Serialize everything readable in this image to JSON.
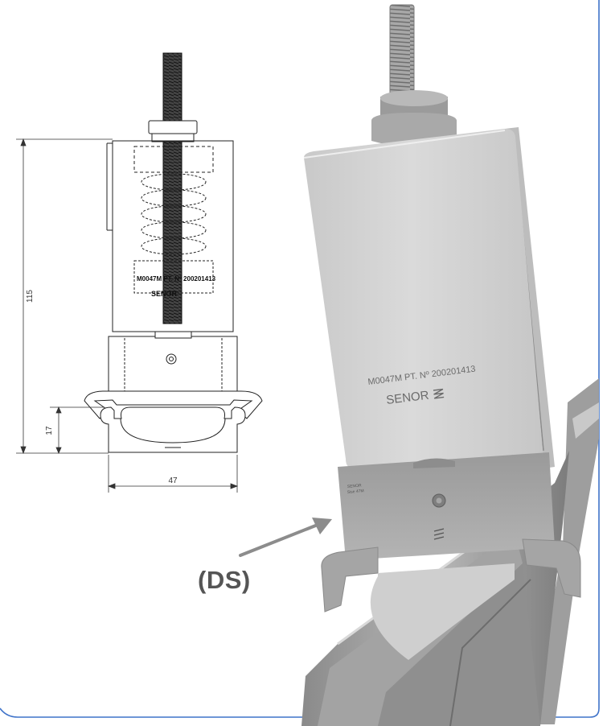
{
  "drawing": {
    "dimensions": {
      "height_total": "115",
      "height_channel": "17",
      "width_channel": "47"
    },
    "small_marking": "M0047M PT. Nº 200201413",
    "small_brand": "SENOR"
  },
  "product": {
    "marking_line": "M0047M   PT. Nº 200201413",
    "brand": "SENOR",
    "clip_text_line1": "SENOR",
    "clip_text_line2": "Sise 47M"
  },
  "callout": {
    "label": "(DS)"
  },
  "colors": {
    "frame": "#3f73c9",
    "arrow": "#8c8c8c",
    "label": "#555555"
  }
}
